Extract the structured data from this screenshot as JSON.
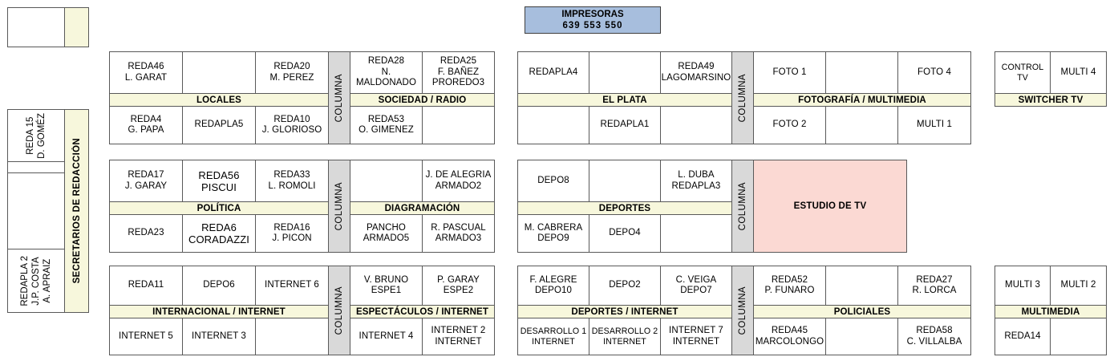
{
  "printers": {
    "title": "IMPRESORAS",
    "numbers": "639  553  550"
  },
  "left_rail": {
    "top_box": {
      "cell": "",
      "strip": ""
    },
    "label": "SECRETARIOS DE REDACCIÓN",
    "cells": [
      "REDA 15\nD. GOMÉZ",
      "",
      "",
      "REDAPLA 2\nJ.P. COSTA\nA. APRAIZ"
    ]
  },
  "columna_label": "COLUMNA",
  "blocks": [
    {
      "name": "locales-sociedad",
      "left": {
        "label": "LOCALES",
        "top": [
          "REDA46\nL. GARAT",
          "",
          "REDA20\nM. PEREZ"
        ],
        "bottom": [
          "REDA4\nG. PAPA",
          "REDAPLA5",
          "REDA10\nJ. GLORIOSO"
        ]
      },
      "right": {
        "label": "SOCIEDAD / RADIO",
        "top": [
          "REDA28\nN. MALDONADO",
          "REDA25\nF. BAÑEZ\nPROREDO3"
        ],
        "bottom": [
          "REDA53\nO. GIMENEZ",
          ""
        ]
      }
    },
    {
      "name": "elplata-fotografia",
      "left": {
        "label": "EL PLATA",
        "top": [
          "REDAPLA4",
          "",
          "REDA49\nLAGOMARSINO"
        ],
        "bottom": [
          "",
          "REDAPLA1",
          ""
        ]
      },
      "right": {
        "label": "FOTOGRAFÍA / MULTIMEDIA",
        "top": [
          "FOTO 1",
          "",
          "FOTO 4"
        ],
        "bottom": [
          "FOTO 2",
          "",
          "MULTI 1"
        ]
      }
    },
    {
      "name": "switcher-tv",
      "single": {
        "label": "SWITCHER TV",
        "top": [
          "CONTROL TV",
          "MULTI 4"
        ]
      }
    },
    {
      "name": "politica-diagramacion",
      "left": {
        "label": "POLÍTICA",
        "top": [
          "REDA17\nJ. GARAY",
          "REDA56\nPISCUI",
          "REDA33\nL. ROMOLI"
        ],
        "bottom": [
          "REDA23",
          "REDA6\nCORADAZZI",
          "REDA16\nJ. PICON"
        ]
      },
      "right": {
        "label": "DIAGRAMACIÓN",
        "top": [
          "",
          "J. DE ALEGRIA\nARMADO2"
        ],
        "bottom": [
          "PANCHO\nARMADO5",
          "R. PASCUAL\nARMADO3"
        ]
      }
    },
    {
      "name": "deportes-estudio",
      "left": {
        "label": "DEPORTES",
        "top": [
          "DEPO8",
          "",
          "L. DUBA\nREDAPLA3"
        ],
        "bottom": [
          "M. CABRERA\nDEPO9",
          "DEPO4",
          ""
        ]
      },
      "studio": "ESTUDIO DE TV"
    },
    {
      "name": "internacional-espectaculos",
      "left": {
        "label": "INTERNACIONAL / INTERNET",
        "top": [
          "REDA11",
          "DEPO6",
          "INTERNET 6"
        ],
        "bottom": [
          "INTERNET 5",
          "INTERNET 3",
          ""
        ]
      },
      "right": {
        "label": "ESPECTÁCULOS / INTERNET",
        "top": [
          "V. BRUNO\nESPE1",
          "P. GARAY\nESPE2"
        ],
        "bottom": [
          "INTERNET 4",
          "INTERNET 2\nINTERNET"
        ]
      }
    },
    {
      "name": "deportes-policiales",
      "left": {
        "label": "DEPORTES / INTERNET",
        "top": [
          "F. ALEGRE\nDEPO10",
          "DEPO2",
          "C. VEIGA\nDEPO7"
        ],
        "bottom": [
          "DESARROLLO 1\nINTERNET",
          "DESARROLLO 2\nINTERNET",
          "INTERNET 7\nINTERNET"
        ]
      },
      "right": {
        "label": "POLICIALES",
        "top": [
          "REDA52\nP. FUNARO",
          "",
          "REDA27\nR. LORCA"
        ],
        "bottom": [
          "REDA45\nMARCOLONGO",
          "",
          "REDA58\nC. VILLALBA"
        ]
      }
    },
    {
      "name": "multimedia",
      "single2": {
        "label": "MULTIMEDIA",
        "top": [
          "MULTI 3",
          "MULTI 2"
        ],
        "bottom": [
          "REDA14",
          ""
        ]
      }
    }
  ],
  "colors": {
    "label_bar": "#f7f7dc",
    "columna": "#d9d9d9",
    "studio": "#fbd9d3",
    "printers": "#a7bedd",
    "border": "#595959"
  }
}
